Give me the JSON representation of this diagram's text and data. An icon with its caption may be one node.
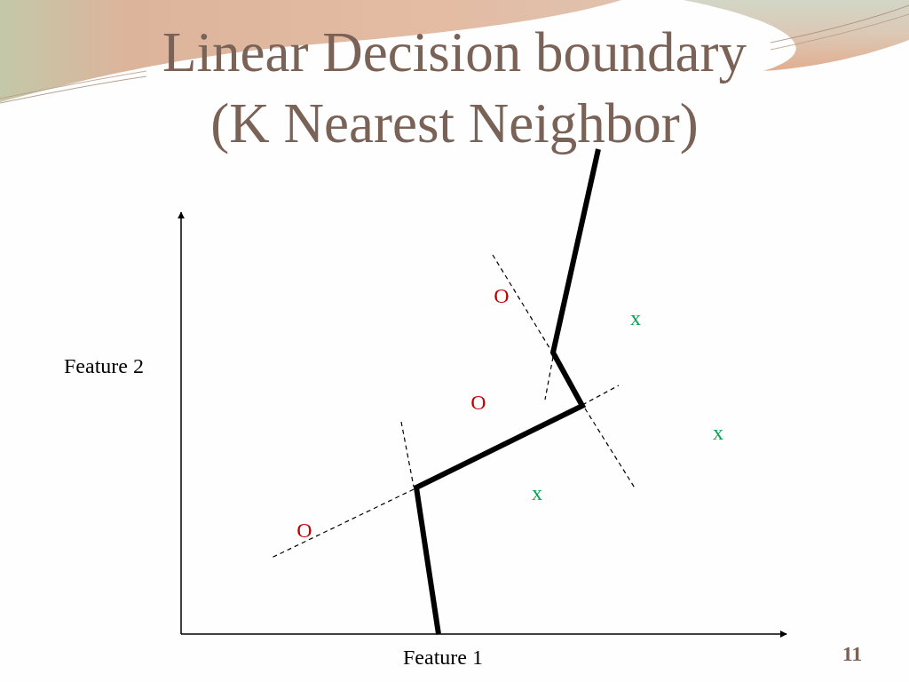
{
  "diagram": {
    "title": "Linear Decision boundary (K Nearest Neighbor)",
    "labels": [
      "O",
      "x",
      "Feature 2",
      "O",
      "x",
      "x",
      "O",
      "Feature 1",
      "11"
    ]
  }
}
